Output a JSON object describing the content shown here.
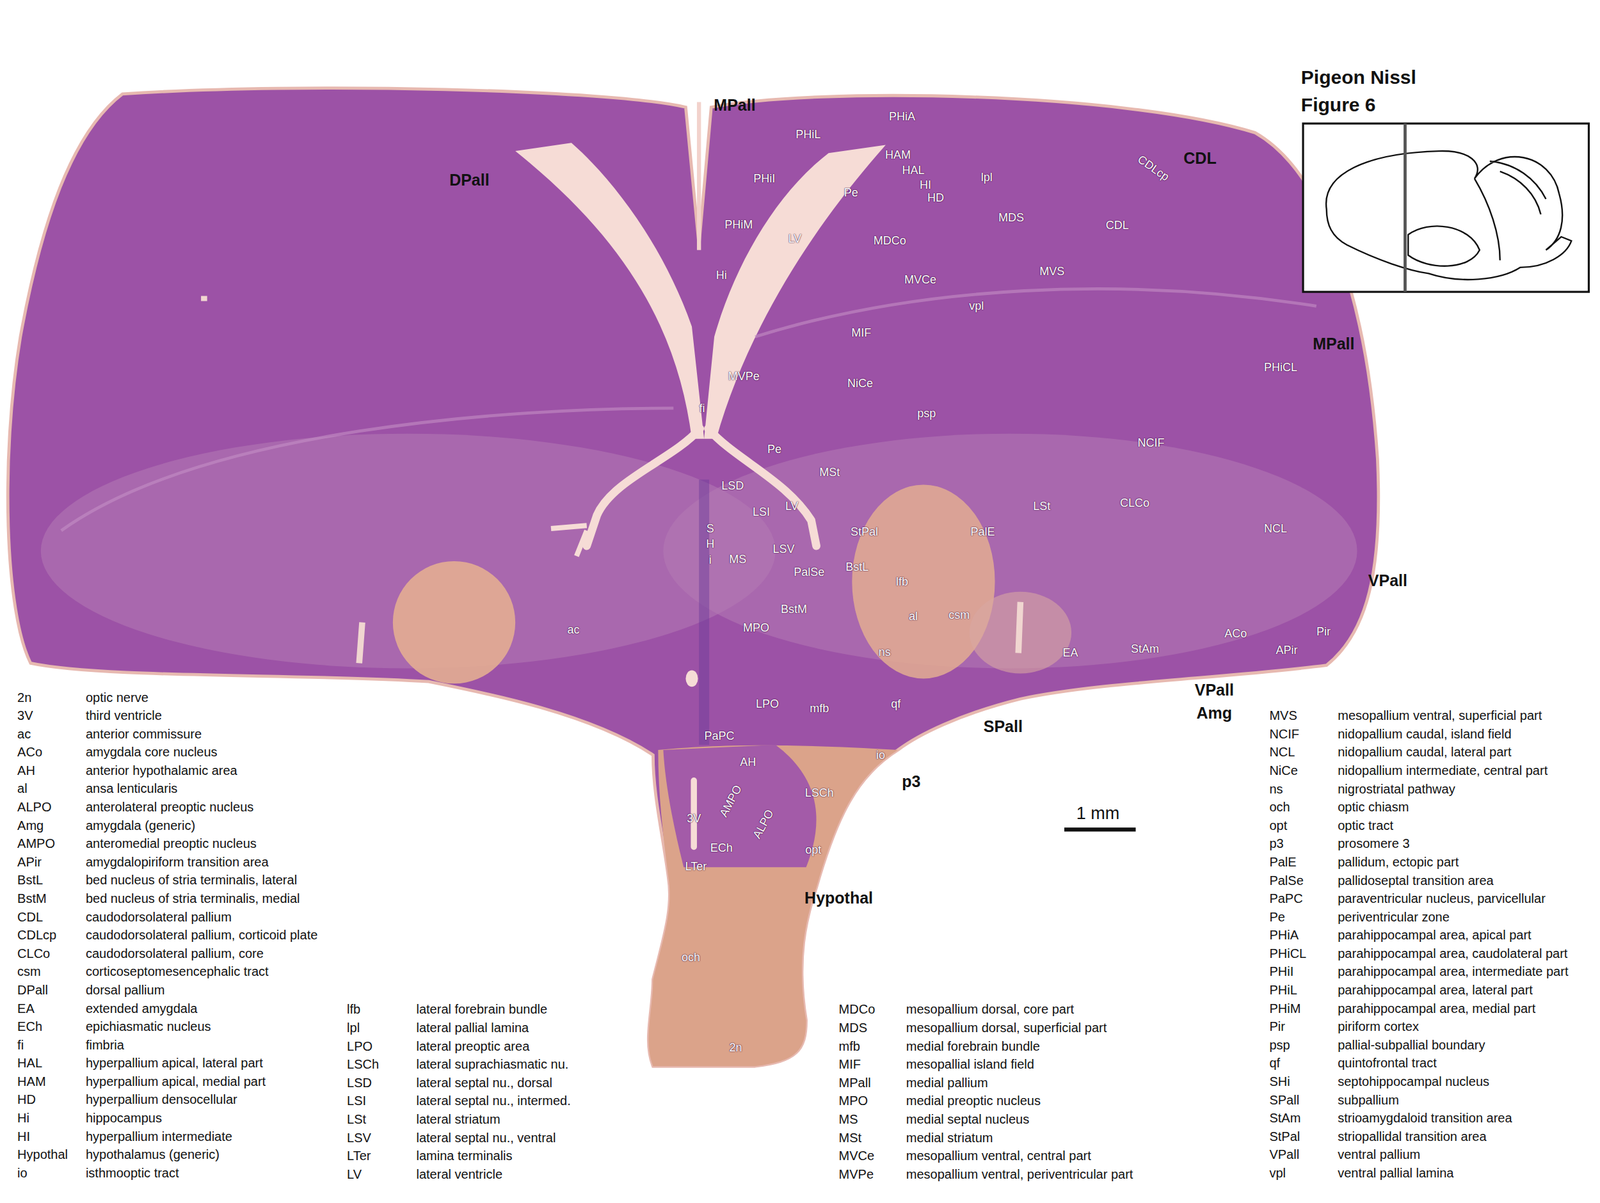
{
  "diagram": {
    "title": "Pigeon Nissl Figure 6",
    "labels": [
      "MPall",
      "DPall",
      "PHiA",
      "PHiL",
      "HAM",
      "HAL",
      "HI",
      "HD",
      "PHiI",
      "lpl",
      "Pe",
      "CDLcp",
      "CDL",
      "PHiM",
      "MDS",
      "CDL",
      "LV",
      "MDCo",
      "Hi",
      "MVCe",
      "MVS",
      "vpl",
      "MPall",
      "MIF",
      "PHiCL",
      "MVPe",
      "NiCe",
      "fi",
      "psp",
      "Pe",
      "NCIF",
      "MSt",
      "LSD",
      "LV",
      "LSt",
      "CLCo",
      "LSI",
      "S",
      "StPal",
      "PalE",
      "NCL",
      "H",
      "LSV",
      "i",
      "MS",
      "PalSe",
      "BstL",
      "VPall",
      "lfb",
      "BstM",
      "al",
      "csm",
      "ac",
      "MPO",
      "Pir",
      "ACo",
      "APir",
      "EA",
      "StAm",
      "ns",
      "VPall",
      "Amg",
      "LPO",
      "mfb",
      "qf",
      "SPall",
      "PaPC",
      "io",
      "AH",
      "p3",
      "LSCh",
      "AMPO",
      "ALPO",
      "3V",
      "ECh",
      "opt",
      "LTer",
      "Hypothal",
      "1 mm",
      "och",
      "2n",
      "2n",
      "optic nerve",
      "3V",
      "third ventricle",
      "ac",
      "anterior commissure",
      "ACo",
      "amygdala core nucleus",
      "AH",
      "anterior hypothalamic area",
      "al",
      "ansa lenticularis",
      "ALPO",
      "anterolateral preoptic nucleus",
      "Amg",
      "amygdala (generic)",
      "AMPO",
      "anteromedial preoptic nucleus",
      "APir",
      "amygdalopiriform transition area",
      "BstL",
      "bed nucleus of stria terminalis, lateral",
      "BstM",
      "bed nucleus of stria terminalis, medial",
      "CDL",
      "caudodorsolateral pallium",
      "CDLcp",
      "caudodorsolateral pallium, corticoid plate",
      "CLCo",
      "caudodorsolateral pallium, core",
      "csm",
      "corticoseptomesencephalic tract",
      "DPall",
      "dorsal pallium",
      "EA",
      "extended amygdala",
      "ECh",
      "epichiasmatic nucleus",
      "fi",
      "fimbria",
      "HAL",
      "hyperpallium apical, lateral part",
      "HAM",
      "hyperpallium apical, medial part",
      "HD",
      "hyperpallium densocellular",
      "Hi",
      "hippocampus",
      "HI",
      "hyperpallium intermediate",
      "Hypothal",
      "hypothalamus (generic)",
      "io",
      "isthmooptic tract",
      "lfb",
      "lateral forebrain bundle",
      "lpl",
      "lateral pallial lamina",
      "LPO",
      "lateral preoptic area",
      "LSCh",
      "lateral suprachiasmatic nu.",
      "LSD",
      "lateral septal nu., dorsal",
      "LSI",
      "lateral septal nu., intermed.",
      "LSt",
      "lateral striatum",
      "LSV",
      "lateral septal nu., ventral",
      "LTer",
      "lamina terminalis",
      "LV",
      "lateral ventricle",
      "MDCo",
      "mesopallium dorsal, core part",
      "MDS",
      "mesopallium dorsal, superficial part",
      "mfb",
      "medial forebrain bundle",
      "MIF",
      "mesopallial island field",
      "MPall",
      "medial pallium",
      "MPO",
      "medial preoptic nucleus",
      "MS",
      "medial septal nucleus",
      "MSt",
      "medial striatum",
      "MVCe",
      "mesopallium ventral, central part",
      "MVPe",
      "mesopallium ventral, periventricular part",
      "MVS",
      "mesopallium ventral, superficial part",
      "NCIF",
      "nidopallium caudal, island field",
      "NCL",
      "nidopallium caudal, lateral part",
      "NiCe",
      "nidopallium intermediate, central part",
      "ns",
      "nigrostriatal pathway",
      "och",
      "optic chiasm",
      "opt",
      "optic tract",
      "p3",
      "prosomere 3",
      "PalE",
      "pallidum, ectopic part",
      "PalSe",
      "pallidoseptal transition area",
      "PaPC",
      "paraventricular nucleus, parvicellular",
      "Pe",
      "periventricular zone",
      "PHiA",
      "parahippocampal area, apical part",
      "PHiCL",
      "parahippocampal area, caudolateral part",
      "PHiI",
      "parahippocampal area, intermediate part",
      "PHiL",
      "parahippocampal area, lateral part",
      "PHiM",
      "parahippocampal area, medial part",
      "Pir",
      "piriform cortex",
      "psp",
      "pallial-subpallial boundary",
      "qf",
      "quintofrontal tract",
      "SHi",
      "septohippocampal nucleus",
      "SPall",
      "subpallium",
      "StAm",
      "strioamygdaloid transition area",
      "StPal",
      "striopallidal transition area",
      "VPall",
      "ventral pallium",
      "vpl",
      "ventral pallial lamina"
    ]
  }
}
